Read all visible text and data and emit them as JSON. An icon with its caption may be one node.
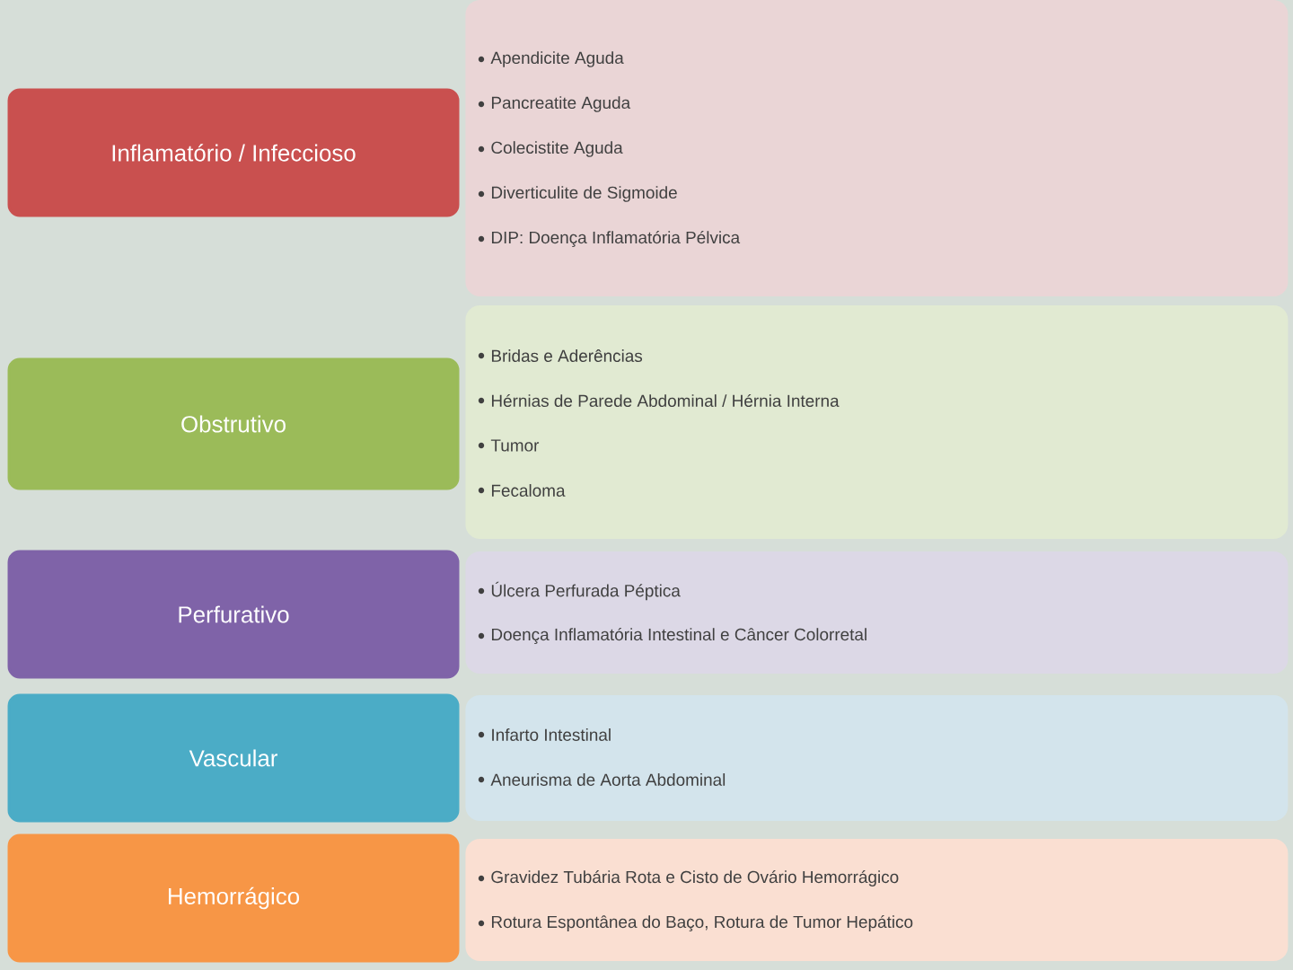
{
  "diagram": {
    "nodes": [
      {
        "text": [
          "Inflamatório / Infeccioso"
        ]
      },
      {
        "text": [
          "Apendicite Aguda",
          "Pancreatite Aguda",
          "Colecistite Aguda",
          "Diverticulite de Sigmoide",
          "DIP: Doença Inflamatória Pélvica"
        ]
      },
      {
        "text": [
          "Obstrutivo"
        ]
      },
      {
        "text": [
          "Bridas e Aderências",
          "Hérnias de Parede Abdominal / Hérnia Interna",
          "Tumor",
          "Fecaloma"
        ]
      },
      {
        "text": [
          "Perfurativo"
        ]
      },
      {
        "text": [
          "Úlcera Perfurada Péptica",
          "Doença Inflamatória Intestinal e Câncer Colorretal"
        ]
      },
      {
        "text": [
          "Vascular"
        ]
      },
      {
        "text": [
          "Infarto Intestinal",
          "Aneurisma de Aorta Abdominal"
        ]
      },
      {
        "text": [
          "Hemorrágico"
        ]
      },
      {
        "text": [
          "Gravidez Tubária Rota e Cisto de Ovário Hemorrágico",
          "Rotura Espontânea do Baço, Rotura de Tumor Hepático"
        ]
      }
    ],
    "edges": []
  }
}
